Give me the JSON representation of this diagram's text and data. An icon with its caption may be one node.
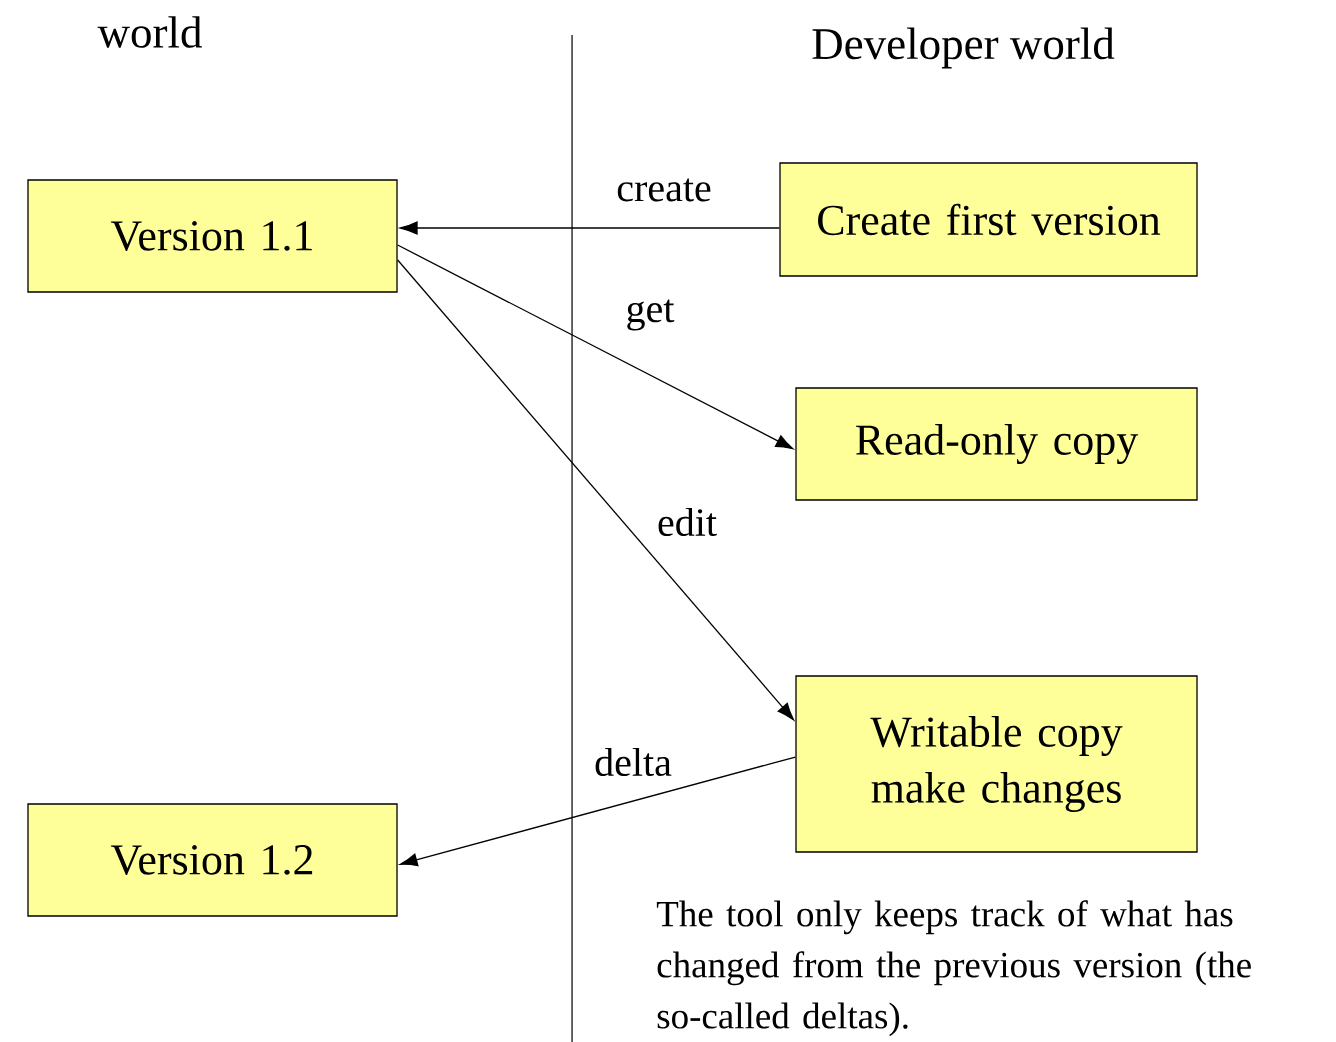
{
  "diagram": {
    "nodes": [
      {
        "text": [
          "Version 1.1"
        ]
      },
      {
        "text": [
          "Create first version"
        ]
      },
      {
        "text": [
          "Read-only copy"
        ]
      },
      {
        "text": [
          "Writable copy make changes"
        ]
      },
      {
        "text": [
          "Version 1.2"
        ]
      }
    ],
    "edges": [
      {
        "from": 1,
        "to": 0,
        "arrow": "to",
        "label": "create"
      },
      {
        "from": 0,
        "to": 2,
        "arrow": "to",
        "label": "get"
      },
      {
        "from": 0,
        "to": 3,
        "arrow": "to",
        "label": "edit"
      },
      {
        "from": 3,
        "to": 4,
        "arrow": "to",
        "label": "delta"
      }
    ],
    "labels": [
      "world",
      "Developer world",
      "The tool only keeps track of what has changed from the previous version (the so-called deltas)."
    ]
  }
}
